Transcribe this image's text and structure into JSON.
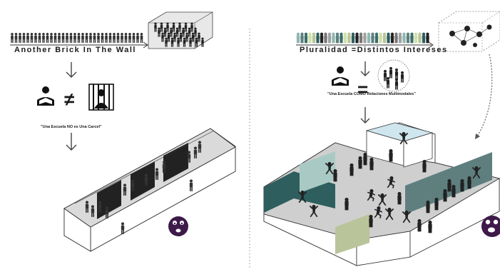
{
  "left": {
    "title": "Another Brick In The Wall",
    "comparison_symbol": "≠",
    "caption": "\"Una Escuela NO es Una Carcel\""
  },
  "right": {
    "title": "Pluralidad =Distintos Intereses",
    "comparison_symbol": "=",
    "caption": "\"Una Escuela COMO Relaciones Multimodales\""
  },
  "colors": {
    "ink": "#1a1a1a",
    "floor": "#cfcfcf",
    "wall_dark": "#2b2b2b",
    "teal_dark": "#2e5e5e",
    "teal_light": "#a9c9c4",
    "olive": "#b9c49a",
    "sky": "#cfe6ef",
    "sad_face": "#3d1a4a"
  }
}
